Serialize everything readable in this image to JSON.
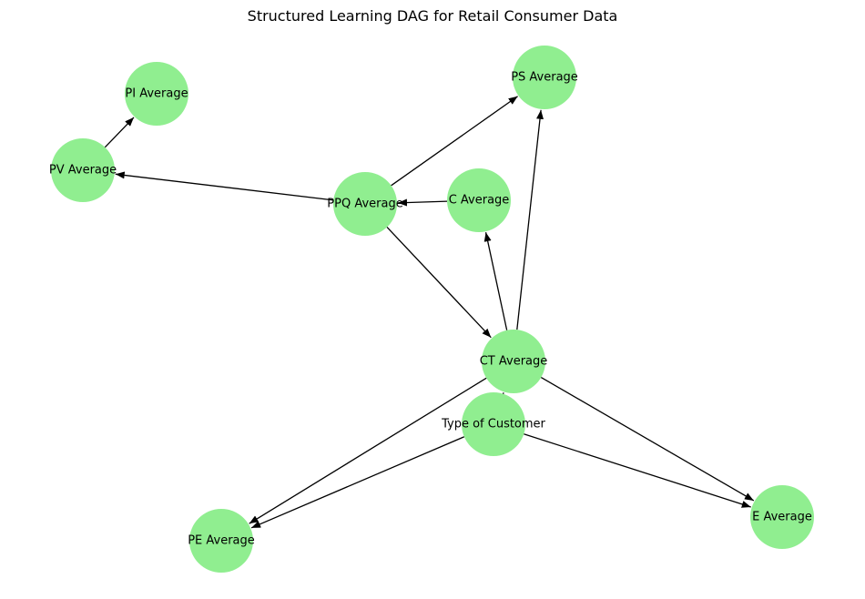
{
  "title": "Structured Learning DAG for Retail Consumer Data",
  "node_color": "#90ee90",
  "edge_color": "#000000",
  "nodes": [
    {
      "id": "pi",
      "label": "PI Average"
    },
    {
      "id": "pv",
      "label": "PV Average"
    },
    {
      "id": "ps",
      "label": "PS Average"
    },
    {
      "id": "ppq",
      "label": "PPQ Average"
    },
    {
      "id": "c",
      "label": "C Average"
    },
    {
      "id": "ct",
      "label": "CT Average"
    },
    {
      "id": "toc",
      "label": "Type of Customer"
    },
    {
      "id": "pe",
      "label": "PE Average"
    },
    {
      "id": "e",
      "label": "E Average"
    }
  ],
  "edges": [
    {
      "from": "pv",
      "to": "pi"
    },
    {
      "from": "ppq",
      "to": "pv"
    },
    {
      "from": "ppq",
      "to": "ps"
    },
    {
      "from": "ppq",
      "to": "ct"
    },
    {
      "from": "c",
      "to": "ppq"
    },
    {
      "from": "ct",
      "to": "c"
    },
    {
      "from": "ct",
      "to": "ps"
    },
    {
      "from": "ct",
      "to": "pe"
    },
    {
      "from": "ct",
      "to": "e"
    },
    {
      "from": "toc",
      "to": "pe"
    },
    {
      "from": "toc",
      "to": "e"
    },
    {
      "from": "toc",
      "to": "ct"
    }
  ]
}
